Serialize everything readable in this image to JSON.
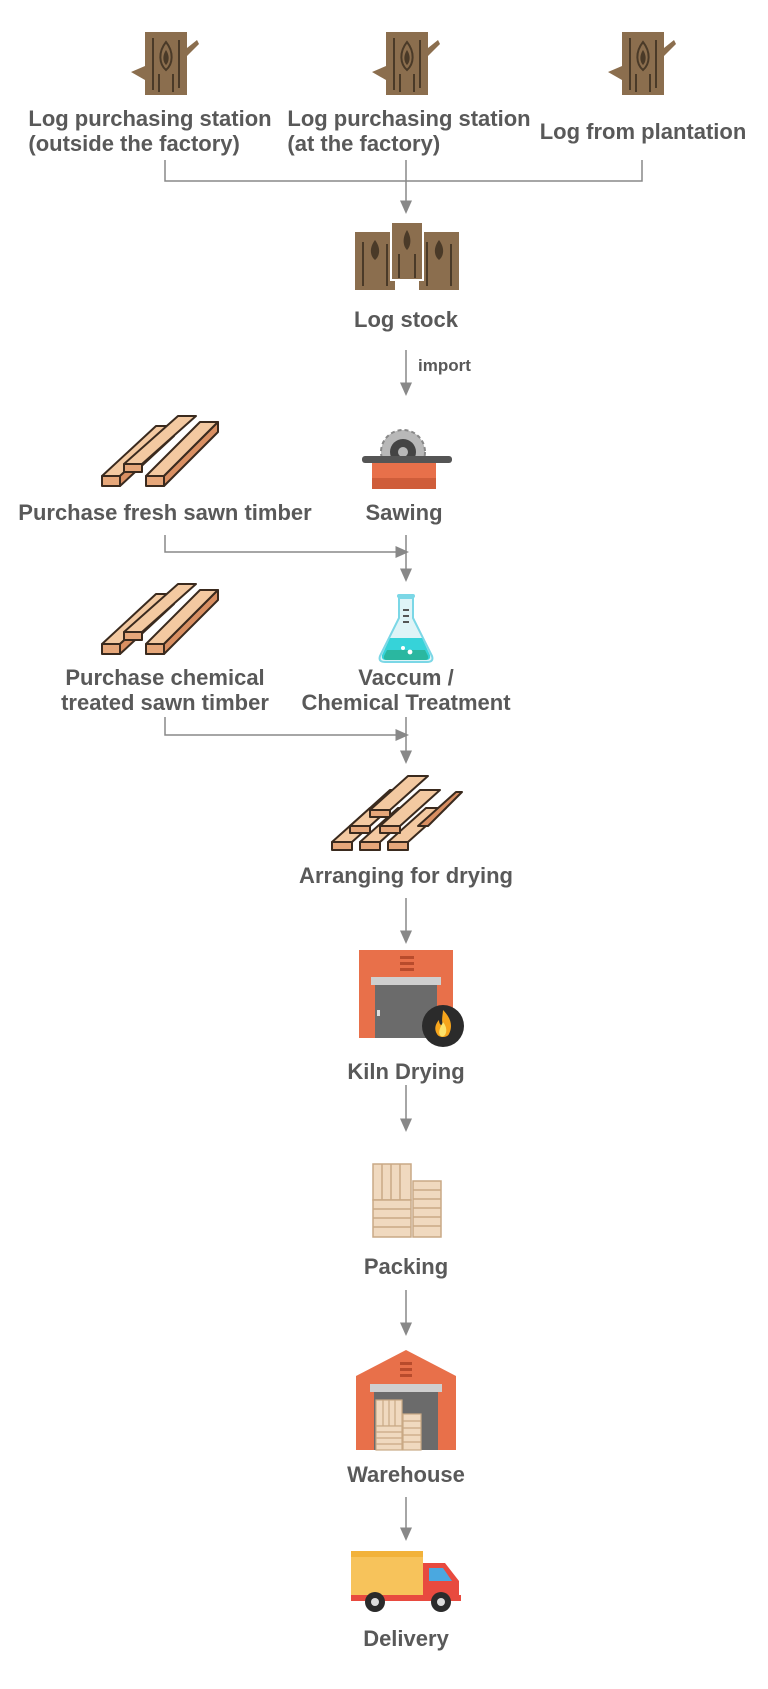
{
  "colors": {
    "text": "#595959",
    "line": "#888888",
    "wood": "#8b6e4e",
    "plank": "#f3c9a1",
    "accent_orange": "#e8704a",
    "flask_liquid": "#36d3d9",
    "truck_cargo": "#f7c35b"
  },
  "sources": [
    {
      "label_line1": "Log purchasing station",
      "label_line2": "(outside the factory)",
      "icon": "log-icon"
    },
    {
      "label_line1": "Log purchasing station",
      "label_line2": "(at the factory)",
      "icon": "log-icon"
    },
    {
      "label": "Log from plantation",
      "icon": "log-icon"
    }
  ],
  "steps": {
    "log_stock": {
      "label": "Log stock",
      "icon": "log-stack-icon"
    },
    "import_label": "import",
    "sawing": {
      "label": "Sawing",
      "icon": "saw-icon"
    },
    "purchase_fresh": {
      "label": "Purchase fresh sawn timber",
      "icon": "planks-icon"
    },
    "vaccum": {
      "label_line1": "Vaccum /",
      "label_line2": "Chemical Treatment",
      "icon": "flask-icon"
    },
    "purchase_chemical": {
      "label_line1": "Purchase chemical",
      "label_line2": "treated sawn timber",
      "icon": "planks-icon"
    },
    "arranging": {
      "label": "Arranging for drying",
      "icon": "stacked-planks-icon"
    },
    "kiln": {
      "label": "Kiln Drying",
      "icon": "kiln-icon"
    },
    "packing": {
      "label": "Packing",
      "icon": "crates-icon"
    },
    "warehouse": {
      "label": "Warehouse",
      "icon": "warehouse-icon"
    },
    "delivery": {
      "label": "Delivery",
      "icon": "truck-icon"
    }
  }
}
